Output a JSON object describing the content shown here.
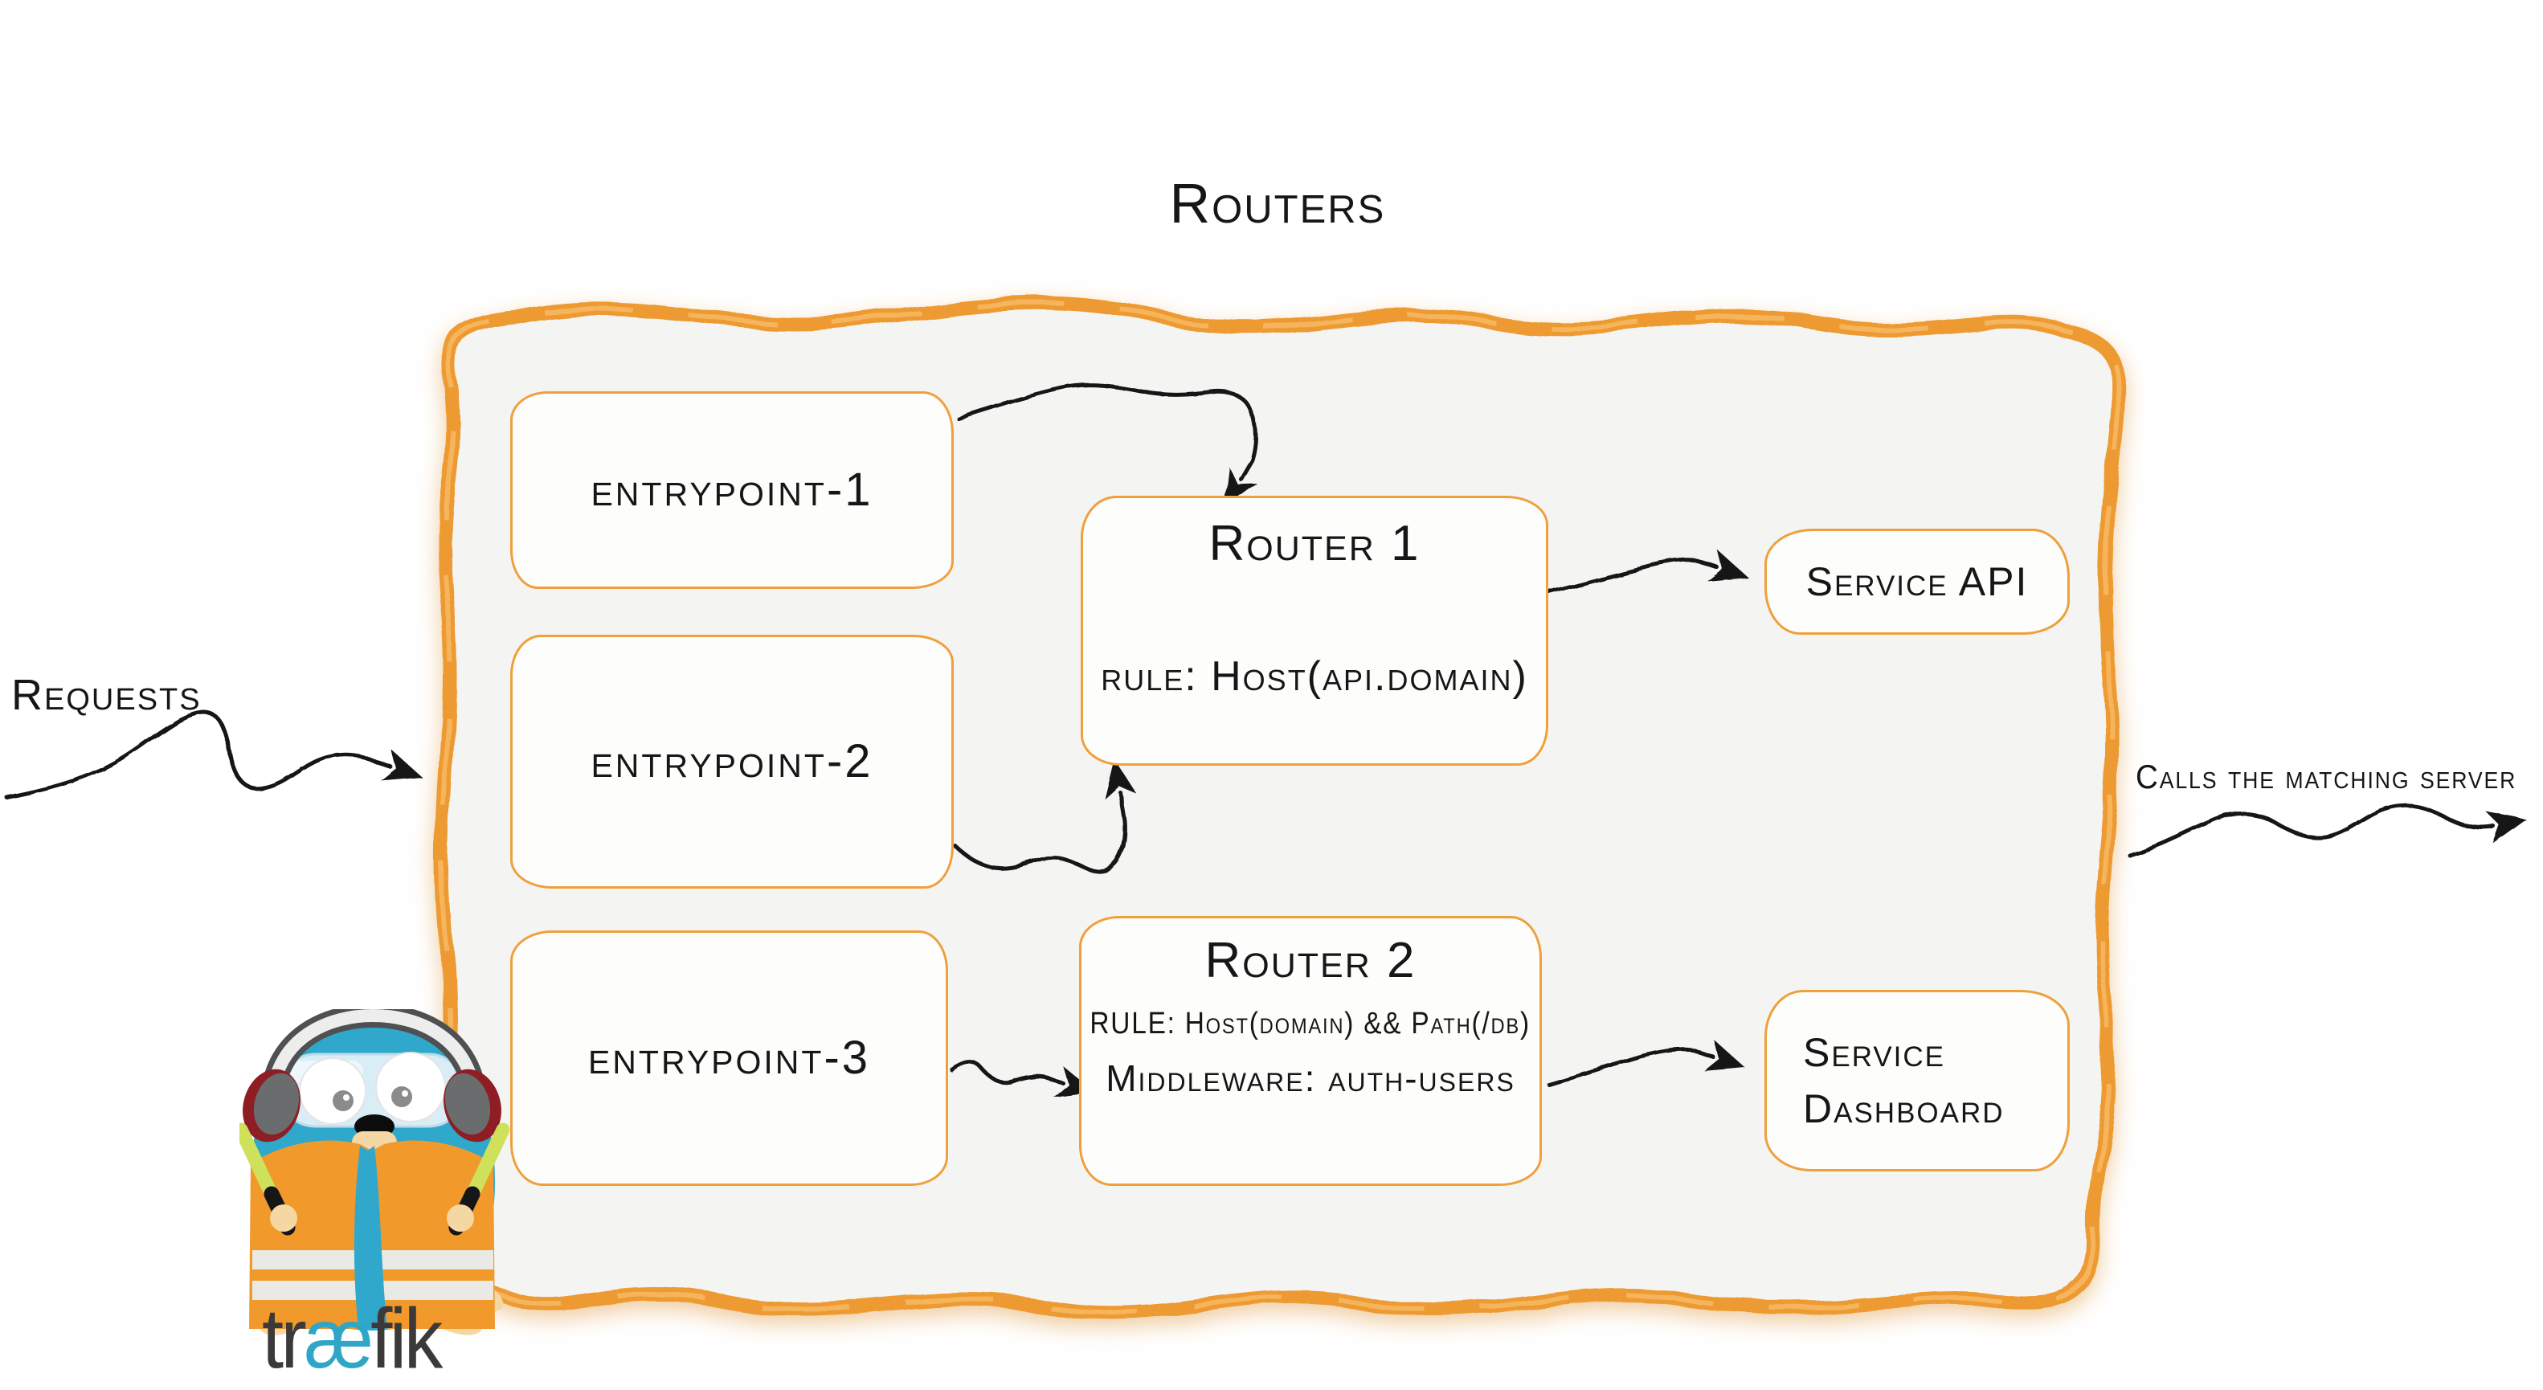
{
  "title": "Routers",
  "labels": {
    "requests": "Requests",
    "calls": "Calls the matching server"
  },
  "entrypoints": [
    {
      "label": "entrypoint-1"
    },
    {
      "label": "entrypoint-2"
    },
    {
      "label": "entrypoint-3"
    }
  ],
  "routers": [
    {
      "name": "Router 1",
      "rule": "rule: Host(api.domain)"
    },
    {
      "name": "Router 2",
      "rule": "RULE: Host(domain) && Path(/db)",
      "middleware": "Middleware: auth-users"
    }
  ],
  "services": [
    {
      "label": "Service API"
    },
    {
      "label_line1": "Service",
      "label_line2": "Dashboard"
    }
  ],
  "logo": {
    "part1": "tr",
    "part2": "æ",
    "part3": "fik"
  },
  "colors": {
    "container_border": "#ED9A30",
    "container_fill": "#F4F4F3",
    "box_border": "#EFA03C",
    "box_fill": "#FDFDFC",
    "ink": "#161616",
    "logo_dark": "#3B3A39",
    "logo_teal": "#2FA6C6"
  }
}
